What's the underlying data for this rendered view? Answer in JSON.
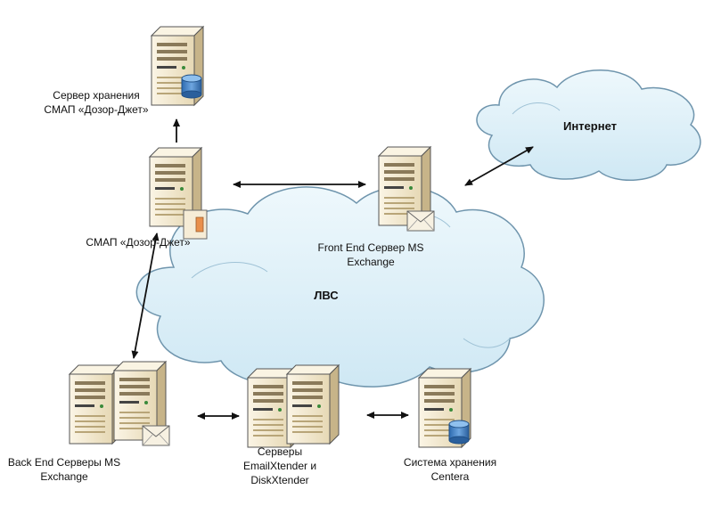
{
  "diagram": {
    "networks": {
      "lan": "ЛВС",
      "internet": "Интернет"
    },
    "nodes": {
      "storage_server": {
        "line1": "Сервер хранения",
        "line2": "СМАП «Дозор-Джет»"
      },
      "smap": {
        "line1": "СМАП «Дозор-Джет»"
      },
      "front_end": {
        "line1": "Front End Сервер MS",
        "line2": "Exchange"
      },
      "back_end": {
        "line1": "Back End Серверы MS",
        "line2": "Exchange"
      },
      "xtender": {
        "line1": "Серверы",
        "line2": "EmailXtender и",
        "line3": "DiskXtender"
      },
      "centera": {
        "line1": "Система хранения",
        "line2": "Centera"
      }
    },
    "colors": {
      "cloud_fill": "#dff1f9",
      "cloud_stroke": "#6f95ad",
      "server_front": "#f1e7cf",
      "server_side": "#c7b489",
      "server_top": "#faf4e3",
      "server_stroke": "#555555",
      "drum": "#3f7fc4",
      "arrow": "#111111"
    }
  }
}
